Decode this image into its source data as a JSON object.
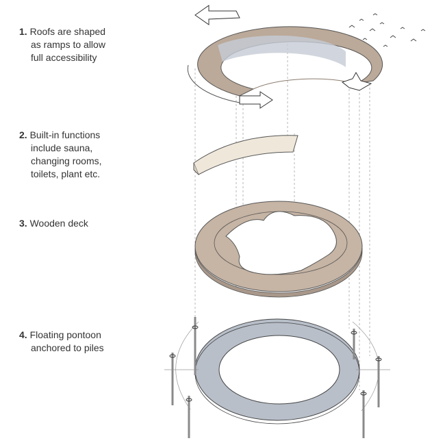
{
  "labels": [
    {
      "num": "1.",
      "lines": [
        "Roofs are shaped",
        "as ramps to allow",
        "full accessibility"
      ]
    },
    {
      "num": "2.",
      "lines": [
        "Built-in functions",
        "include sauna,",
        "changing rooms,",
        "toilets, plant etc."
      ]
    },
    {
      "num": "3.",
      "lines": [
        "Wooden deck"
      ]
    },
    {
      "num": "4.",
      "lines": [
        "Floating pontoon",
        "anchored to piles"
      ]
    }
  ],
  "colors": {
    "roof": "#bba999",
    "block": "#efe7da",
    "deck": "#c6b4a4",
    "pontoon": "#b8bfc9",
    "pile": "#8a8a8a"
  }
}
